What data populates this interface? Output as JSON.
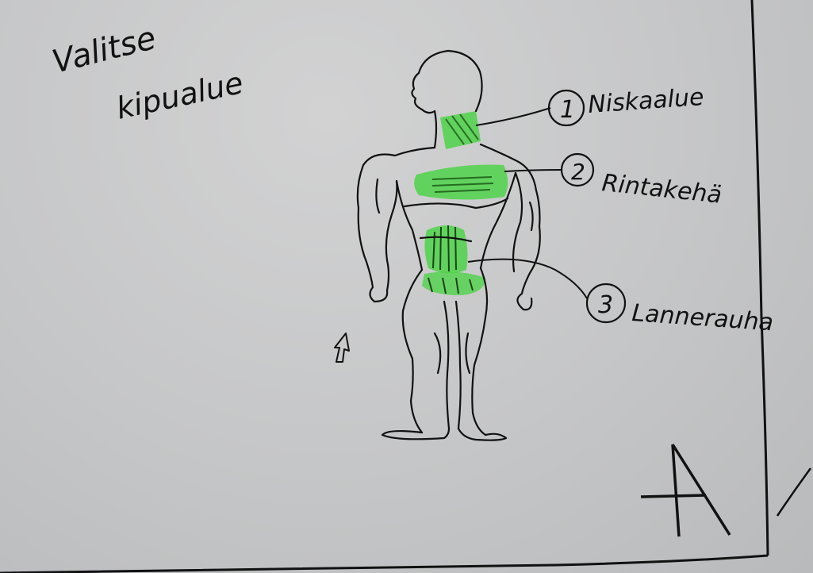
{
  "sketch": {
    "heading_line1": "Valitse",
    "heading_line2": "kipualue",
    "options": [
      {
        "number": "1",
        "label": "Niskaalue"
      },
      {
        "number": "2",
        "label": "Rintakehä"
      },
      {
        "number": "3",
        "label": "Lannerauha"
      }
    ],
    "corner_letter": "A"
  },
  "colors": {
    "paper": "#c6c7c8",
    "ink": "#111111",
    "highlight": "#4fd24a"
  }
}
